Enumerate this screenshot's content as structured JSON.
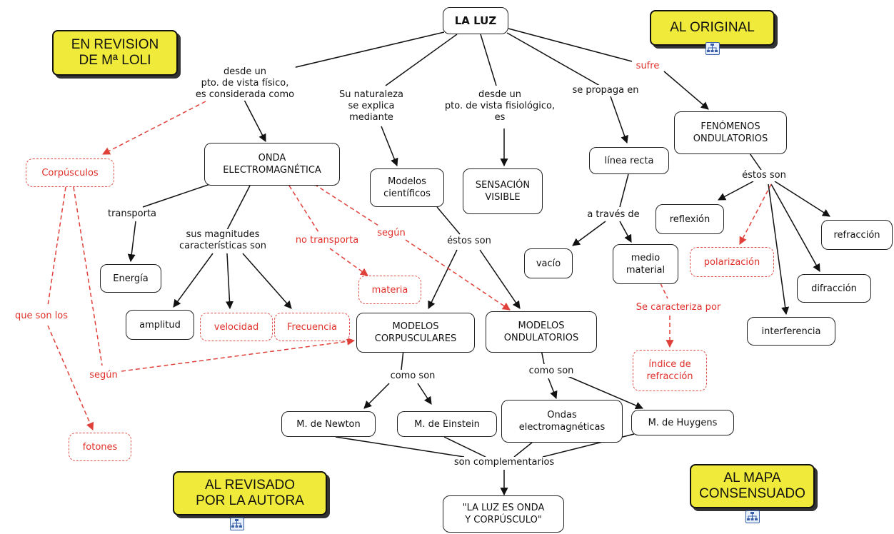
{
  "nodes": {
    "la_luz": "LA LUZ",
    "onda_em": "ONDA\nELECTROMAGNÉTICA",
    "corpusculos": "Corpúsculos",
    "modelos_cientificos": "Modelos\ncientíficos",
    "sensacion_visible": "SENSACIÓN\nVISIBLE",
    "linea_recta": "línea recta",
    "fenomenos": "FENÓMENOS\nONDULATORIOS",
    "energia": "Energía",
    "amplitud": "amplitud",
    "velocidad": "velocidad",
    "frecuencia": "Frecuencia",
    "materia": "materia",
    "modelos_corpusculares": "MODELOS\nCORPUSCULARES",
    "modelos_ondulatorios": "MODELOS\nONDULATORIOS",
    "vacio": "vacío",
    "medio_material": "medio\nmaterial",
    "reflexion": "reflexión",
    "refraccion": "refracción",
    "polarizacion": "polarización",
    "difraccion": "difracción",
    "interferencia": "interferencia",
    "indice_refraccion": "índice de\nrefracción",
    "fotones": "fotones",
    "newton": "M. de Newton",
    "einstein": "M. de Einstein",
    "ondas_em": "Ondas\nelectromagnéticas",
    "huygens": "M. de Huygens",
    "conclusion": "\"LA LUZ ES ONDA\nY CORPÚSCULO\""
  },
  "links": {
    "desde_fisico": "desde un\npto. de vista físico,\nes considerada como",
    "su_naturaleza": "Su naturaleza\nse explica\nmediante",
    "desde_fisiologico": "desde un\npto. de vista fisiológico,\nes",
    "se_propaga": "se propaga en",
    "sufre": "sufre",
    "transporta": "transporta",
    "sus_magnitudes": "sus magnitudes\ncaracterísticas son",
    "no_transporta": "no transporta",
    "segun_top": "según",
    "estos_son_1": "éstos son",
    "a_traves_de": "a través de",
    "estos_son_2": "éstos son",
    "se_caracteriza": "Se caracteriza por",
    "que_son_los": "que son los",
    "segun_left": "según",
    "como_son_1": "como son",
    "como_son_2": "como son",
    "son_complementarios": "son complementarios"
  },
  "nav": {
    "en_revision": "EN REVISION\nDE Mª LOLI",
    "al_original": "AL ORIGINAL",
    "al_revisado": "AL REVISADO\nPOR LA AUTORA",
    "al_consensuado": "AL MAPA\nCONSENSUADO"
  },
  "colors": {
    "line": "#111111",
    "red": "#e0403a",
    "nav_bg": "#f0ea3a"
  },
  "icons": {
    "submap": "concept-map-icon"
  }
}
